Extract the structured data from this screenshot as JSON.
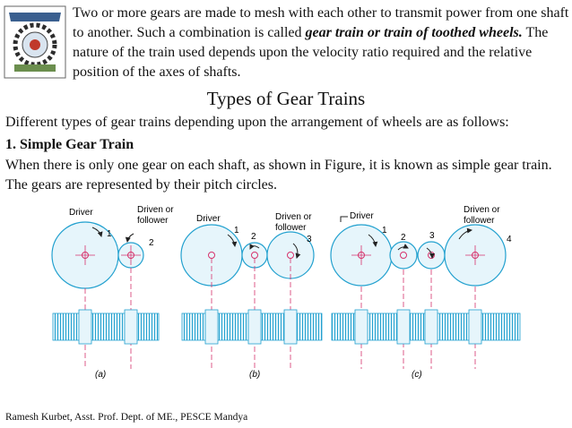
{
  "intro": {
    "part1": "Two or more gears are made to mesh with each other to transmit power from one shaft to another. Such a combination is called ",
    "emphasis": "gear train or train of toothed wheels.",
    "part2": " The nature of the train used depends upon the velocity ratio required and the relative position of the axes of shafts."
  },
  "heading": "Types of Gear Trains",
  "types_text": "Different types of gear trains depending upon the arrangement of wheels are as follows:",
  "section_title": "1. Simple Gear Train",
  "section_text": "When there is only one gear on each shaft, as shown in Figure, it is known as simple gear train. The gears are represented by their pitch circles.",
  "figure": {
    "a": {
      "driver": "Driver",
      "driven_line1": "Driven or",
      "driven_line2": "follower",
      "n1": "1",
      "n2": "2",
      "caption": "(a)"
    },
    "b": {
      "driver": "Driver",
      "driven_line1": "Driven or",
      "driven_line2": "follower",
      "n1": "1",
      "n2": "2",
      "n3": "3",
      "caption": "(b)"
    },
    "c": {
      "driver": "Driver",
      "driven_line1": "Driven or",
      "driven_line2": "follower",
      "n1": "1",
      "n2": "2",
      "n3": "3",
      "n4": "4",
      "caption": "(c)"
    }
  },
  "footer": "Ramesh Kurbet, Asst. Prof. Dept. of ME., PESCE Mandya",
  "colors": {
    "gear_fill": "#e6f5fb",
    "gear_stroke": "#23a1cf",
    "axis": "#d6336c",
    "arrow": "#222222"
  }
}
